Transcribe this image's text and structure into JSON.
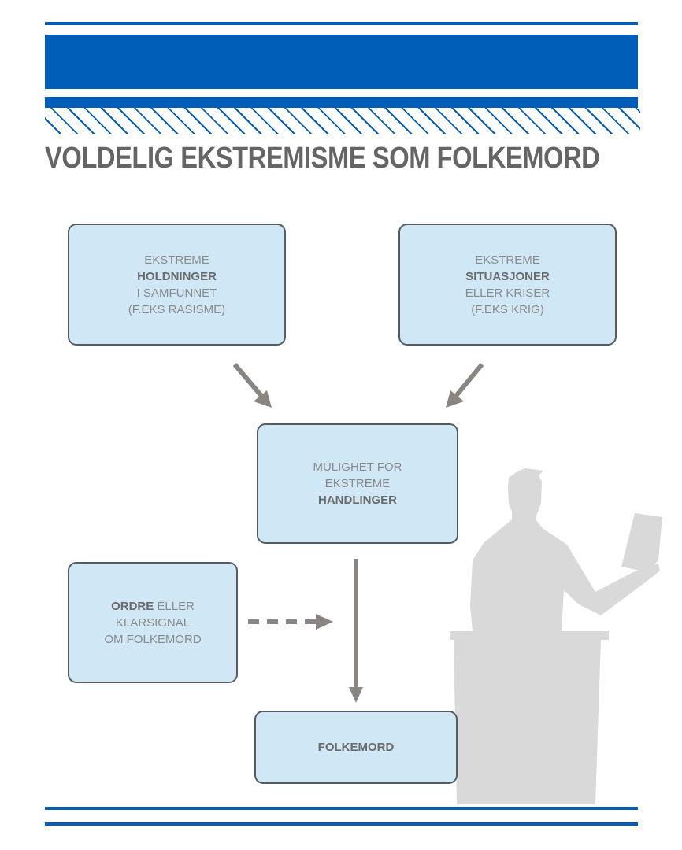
{
  "title": "VOLDELIG EKSTREMISME SOM FOLKEMORD",
  "boxes": {
    "attitudes": {
      "line1": "EKSTREME",
      "bold": "HOLDNINGER",
      "line3": "I SAMFUNNET",
      "line4": "(F.EKS RASISME)"
    },
    "situations": {
      "line1": "EKSTREME",
      "bold": "SITUASJONER",
      "line3": "ELLER KRISER",
      "line4": "(F.EKS KRIG)"
    },
    "possibility": {
      "line1": "MULIGHET FOR",
      "line2": "EKSTREME",
      "bold": "HANDLINGER"
    },
    "order": {
      "bold": "ORDRE",
      "line1_rest": " ELLER",
      "line2": "KLARSIGNAL",
      "line3": "OM FOLKEMORD"
    },
    "genocide": {
      "bold": "FOLKEMORD"
    }
  },
  "colors": {
    "brand_blue": "#005eb8",
    "box_fill": "#d0e8f5",
    "arrow": "#8a8580",
    "silhouette": "#d9d9d9"
  }
}
